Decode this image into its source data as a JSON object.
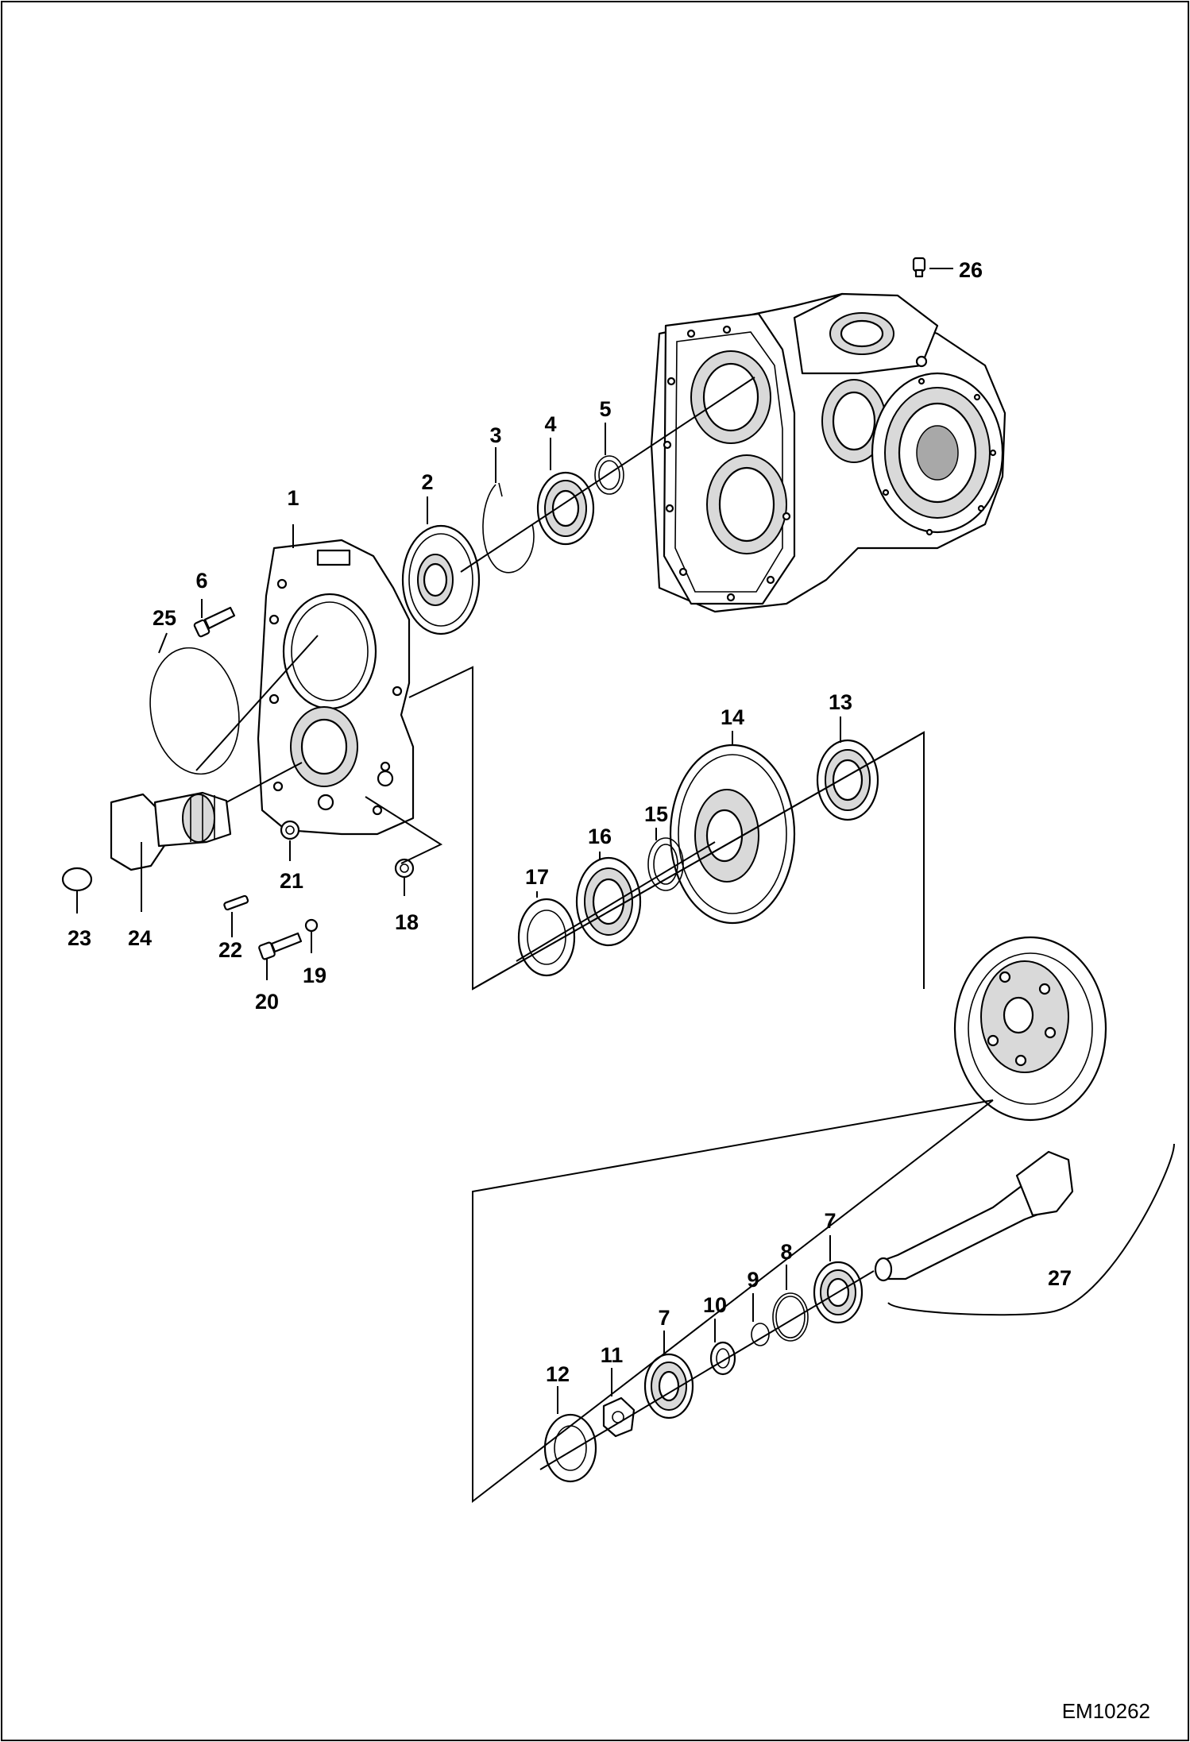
{
  "figure_id": "EM10262",
  "callouts": {
    "c1": "1",
    "c2": "2",
    "c3": "3",
    "c4": "4",
    "c5": "5",
    "c6": "6",
    "c7a": "7",
    "c7b": "7",
    "c8": "8",
    "c9": "9",
    "c10": "10",
    "c11": "11",
    "c12": "12",
    "c13": "13",
    "c14": "14",
    "c15": "15",
    "c16": "16",
    "c17": "17",
    "c18": "18",
    "c19": "19",
    "c20": "20",
    "c21": "21",
    "c22": "22",
    "c23": "23",
    "c24": "24",
    "c25": "25",
    "c26": "26",
    "c27": "27"
  }
}
